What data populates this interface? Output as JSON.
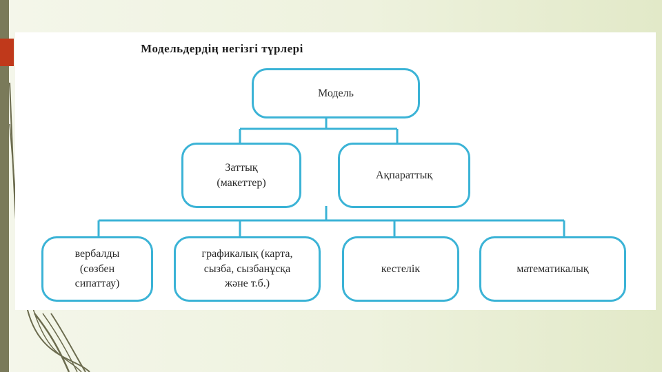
{
  "title": "Модельдердің негізгі түрлері",
  "nodes": {
    "root": "Модель",
    "material": "Заттық\n(макеттер)",
    "informational": "Ақпараттық",
    "verbal": "вербалды\n(сөзбен\nсипаттау)",
    "graphic": "графикалық (карта,\nсызба, сызбанұсқа\nжәне т.б.)",
    "tabular": "кестелік",
    "mathematical": "математикалық"
  },
  "colors": {
    "box_border": "#3bb3d6",
    "connector": "#3bb3d6",
    "accent": "#c0391b"
  }
}
